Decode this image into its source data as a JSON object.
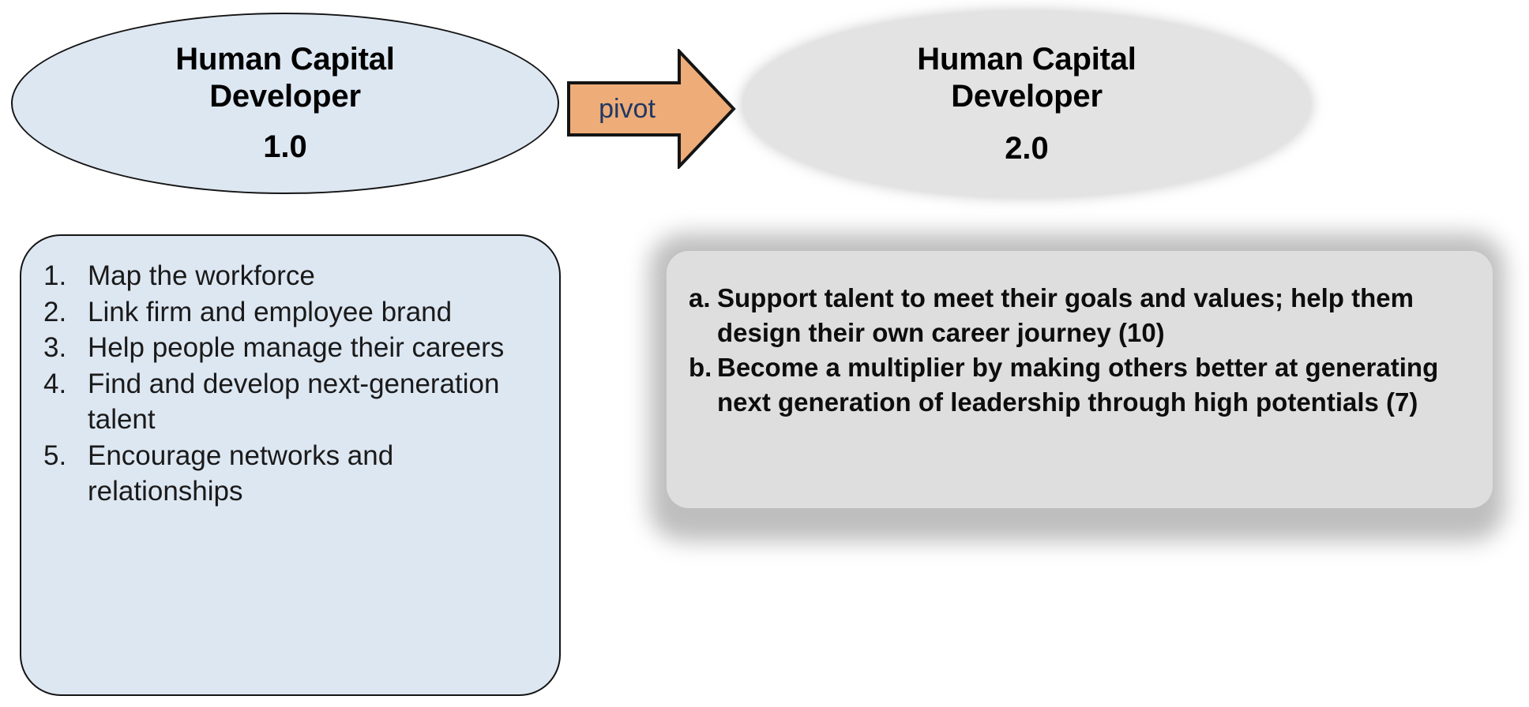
{
  "diagram": {
    "nodes": {
      "left_ellipse": {
        "title_line1": "Human Capital",
        "title_line2": "Developer",
        "version": "1.0",
        "fill_color": "#dde7f2",
        "border_color": "#141414"
      },
      "right_ellipse": {
        "title_line1": "Human Capital",
        "title_line2": "Developer",
        "version": "2.0",
        "fill_color": "#e3e3e3",
        "glow_color": "#969696"
      }
    },
    "connector": {
      "label": "pivot",
      "shape": "right-arrow",
      "fill_color": "#eeac78",
      "border_color": "#141414",
      "label_color": "#1f3864"
    },
    "left_box": {
      "fill_color": "#dde7f2",
      "border_color": "#141414",
      "items": [
        {
          "marker": "1.",
          "text": "Map the workforce"
        },
        {
          "marker": "2.",
          "text": "Link firm and employee brand"
        },
        {
          "marker": "3.",
          "text": "Help people manage their careers"
        },
        {
          "marker": "4.",
          "text": "Find and develop next-generation talent"
        },
        {
          "marker": "5.",
          "text": "Encourage networks and relationships"
        }
      ]
    },
    "right_box": {
      "fill_color": "#dededf",
      "glow_color": "#969696",
      "items": [
        {
          "marker": "a.",
          "text": "Support talent to meet their goals and values; help them design their own career journey (10)"
        },
        {
          "marker": "b.",
          "text": "Become a multiplier by making others better at generating next generation of leadership through high potentials (7)"
        }
      ]
    }
  }
}
